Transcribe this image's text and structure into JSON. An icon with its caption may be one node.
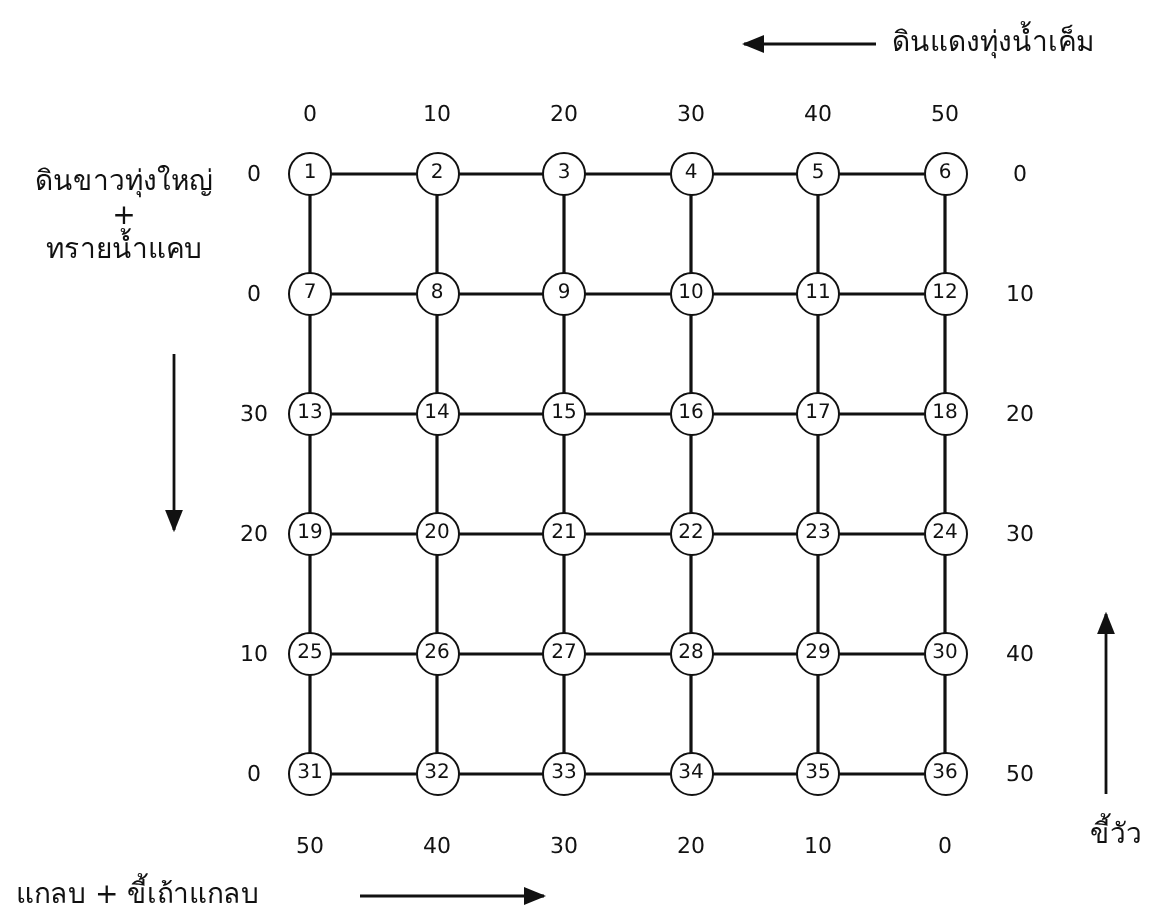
{
  "diagram": {
    "nodes": [
      {
        "text": [
          "1"
        ]
      },
      {
        "text": [
          "2"
        ]
      },
      {
        "text": [
          "3"
        ]
      },
      {
        "text": [
          "4"
        ]
      },
      {
        "text": [
          "5"
        ]
      },
      {
        "text": [
          "6"
        ]
      },
      {
        "text": [
          "7"
        ]
      },
      {
        "text": [
          "8"
        ]
      },
      {
        "text": [
          "9"
        ]
      },
      {
        "text": [
          "10"
        ]
      },
      {
        "text": [
          "11"
        ]
      },
      {
        "text": [
          "12"
        ]
      },
      {
        "text": [
          "13"
        ]
      },
      {
        "text": [
          "14"
        ]
      },
      {
        "text": [
          "15"
        ]
      },
      {
        "text": [
          "16"
        ]
      },
      {
        "text": [
          "17"
        ]
      },
      {
        "text": [
          "18"
        ]
      },
      {
        "text": [
          "19"
        ]
      },
      {
        "text": [
          "20"
        ]
      },
      {
        "text": [
          "21"
        ]
      },
      {
        "text": [
          "22"
        ]
      },
      {
        "text": [
          "23"
        ]
      },
      {
        "text": [
          "24"
        ]
      },
      {
        "text": [
          "25"
        ]
      },
      {
        "text": [
          "26"
        ]
      },
      {
        "text": [
          "27"
        ]
      },
      {
        "text": [
          "28"
        ]
      },
      {
        "text": [
          "29"
        ]
      },
      {
        "text": [
          "30"
        ]
      },
      {
        "text": [
          "31"
        ]
      },
      {
        "text": [
          "32"
        ]
      },
      {
        "text": [
          "33"
        ]
      },
      {
        "text": [
          "34"
        ]
      },
      {
        "text": [
          "35"
        ]
      },
      {
        "text": [
          "36"
        ]
      }
    ],
    "edges": [
      {
        "from": 0,
        "to": 1,
        "arrow": "none"
      },
      {
        "from": 1,
        "to": 2,
        "arrow": "none"
      },
      {
        "from": 2,
        "to": 3,
        "arrow": "none"
      },
      {
        "from": 3,
        "to": 4,
        "arrow": "none"
      },
      {
        "from": 4,
        "to": 5,
        "arrow": "none"
      },
      {
        "from": 0,
        "to": 6,
        "arrow": "none"
      },
      {
        "from": 1,
        "to": 7,
        "arrow": "none"
      },
      {
        "from": 2,
        "to": 8,
        "arrow": "none"
      },
      {
        "from": 3,
        "to": 9,
        "arrow": "none"
      },
      {
        "from": 4,
        "to": 10,
        "arrow": "none"
      },
      {
        "from": 5,
        "to": 11,
        "arrow": "none"
      },
      {
        "from": 6,
        "to": 7,
        "arrow": "none"
      },
      {
        "from": 7,
        "to": 8,
        "arrow": "none"
      },
      {
        "from": 8,
        "to": 9,
        "arrow": "none"
      },
      {
        "from": 9,
        "to": 10,
        "arrow": "none"
      },
      {
        "from": 10,
        "to": 11,
        "arrow": "none"
      },
      {
        "from": 6,
        "to": 12,
        "arrow": "none"
      },
      {
        "from": 7,
        "to": 13,
        "arrow": "none"
      },
      {
        "from": 8,
        "to": 14,
        "arrow": "none"
      },
      {
        "from": 9,
        "to": 15,
        "arrow": "none"
      },
      {
        "from": 10,
        "to": 16,
        "arrow": "none"
      },
      {
        "from": 11,
        "to": 17,
        "arrow": "none"
      },
      {
        "from": 12,
        "to": 13,
        "arrow": "none"
      },
      {
        "from": 13,
        "to": 14,
        "arrow": "none"
      },
      {
        "from": 14,
        "to": 15,
        "arrow": "none"
      },
      {
        "from": 15,
        "to": 16,
        "arrow": "none"
      },
      {
        "from": 16,
        "to": 17,
        "arrow": "none"
      },
      {
        "from": 12,
        "to": 18,
        "arrow": "none"
      },
      {
        "from": 13,
        "to": 19,
        "arrow": "none"
      },
      {
        "from": 14,
        "to": 20,
        "arrow": "none"
      },
      {
        "from": 15,
        "to": 21,
        "arrow": "none"
      },
      {
        "from": 16,
        "to": 22,
        "arrow": "none"
      },
      {
        "from": 17,
        "to": 23,
        "arrow": "none"
      },
      {
        "from": 18,
        "to": 19,
        "arrow": "none"
      },
      {
        "from": 19,
        "to": 20,
        "arrow": "none"
      },
      {
        "from": 20,
        "to": 21,
        "arrow": "none"
      },
      {
        "from": 21,
        "to": 22,
        "arrow": "none"
      },
      {
        "from": 22,
        "to": 23,
        "arrow": "none"
      },
      {
        "from": 18,
        "to": 24,
        "arrow": "none"
      },
      {
        "from": 19,
        "to": 25,
        "arrow": "none"
      },
      {
        "from": 20,
        "to": 26,
        "arrow": "none"
      },
      {
        "from": 21,
        "to": 27,
        "arrow": "none"
      },
      {
        "from": 22,
        "to": 28,
        "arrow": "none"
      },
      {
        "from": 23,
        "to": 29,
        "arrow": "none"
      },
      {
        "from": 24,
        "to": 25,
        "arrow": "none"
      },
      {
        "from": 25,
        "to": 26,
        "arrow": "none"
      },
      {
        "from": 26,
        "to": 27,
        "arrow": "none"
      },
      {
        "from": 27,
        "to": 28,
        "arrow": "none"
      },
      {
        "from": 28,
        "to": 29,
        "arrow": "none"
      },
      {
        "from": 24,
        "to": 30,
        "arrow": "none"
      },
      {
        "from": 25,
        "to": 31,
        "arrow": "none"
      },
      {
        "from": 26,
        "to": 32,
        "arrow": "none"
      },
      {
        "from": 27,
        "to": 33,
        "arrow": "none"
      },
      {
        "from": 28,
        "to": 34,
        "arrow": "none"
      },
      {
        "from": 29,
        "to": 35,
        "arrow": "none"
      },
      {
        "from": 30,
        "to": 31,
        "arrow": "none"
      },
      {
        "from": 31,
        "to": 32,
        "arrow": "none"
      },
      {
        "from": 32,
        "to": 33,
        "arrow": "none"
      },
      {
        "from": 33,
        "to": 34,
        "arrow": "none"
      },
      {
        "from": 34,
        "to": 35,
        "arrow": "none"
      }
    ],
    "labels": [
      "ดินแดงทุ่งน้ำเค็ม",
      "0",
      "10",
      "20",
      "30",
      "40",
      "50",
      "ดินขาวทุ่งใหญ่ + ทรายน้ำแคบ",
      "0",
      "0",
      "0",
      "10",
      "30",
      "20",
      "20",
      "30",
      "10",
      "40",
      "0",
      "50",
      "50",
      "40",
      "30",
      "20",
      "10",
      "0",
      "ขี้วัว",
      "แกลบ + ขี้เถ้าแกลบ"
    ]
  }
}
